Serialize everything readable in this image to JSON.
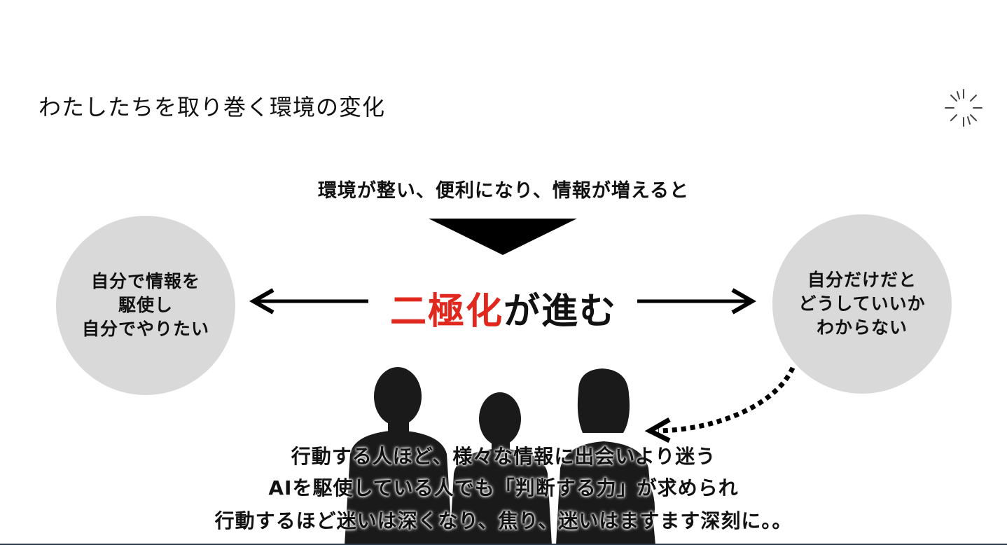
{
  "slide": {
    "title": "わたしたちを取り巻く環境の変化",
    "lead": "環境が整い、便利になり、情報が増えると",
    "center": {
      "highlight": "二極化",
      "rest": "が進む"
    },
    "left_circle": {
      "lines": [
        "自分で情報を",
        "駆使し",
        "自分でやりたい"
      ]
    },
    "right_circle": {
      "lines": [
        "自分だけだと",
        "どうしていいか",
        "わからない"
      ]
    },
    "bottom_lines": [
      "行動する人ほど、様々な情報に出会いより迷う",
      "AIを駆使している人でも「判断する力」が求められ",
      "行動するほど迷いは深くなり、焦り、迷いはますます深刻に。。"
    ]
  },
  "colors": {
    "accent": "#e0281e",
    "text": "#111111",
    "circle": "#d9d9d9",
    "silhouette": "#1a1a1a"
  },
  "icons": {
    "sparkle": "sparkle-icon"
  }
}
